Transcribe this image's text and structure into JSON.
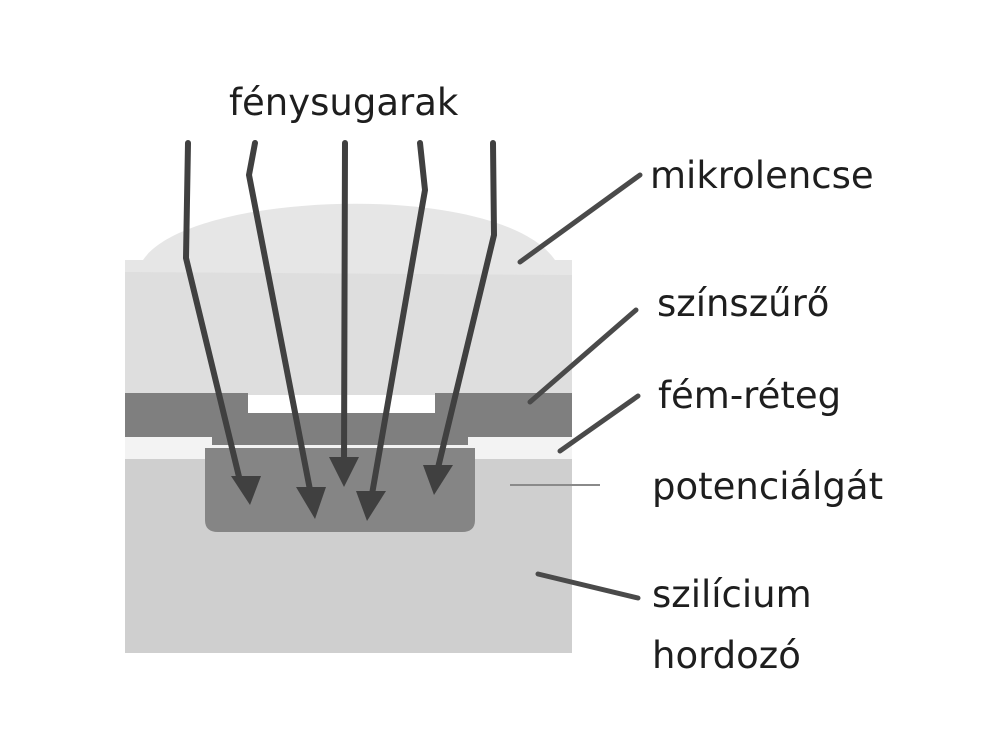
{
  "labels": {
    "light_rays": "fénysugarak",
    "microlens": "mikrolencse",
    "color_filter": "színszűrő",
    "metal_layer": "fém-réteg",
    "potential_well": "potenciálgát",
    "substrate_line1": "szilícium",
    "substrate_line2": "hordozó"
  },
  "colors": {
    "background": "#ffffff",
    "microlens": "#e6e6e6",
    "color_filter": "#dedede",
    "metal_layer": "#7f7f7f",
    "potential_barrier": "#f3f3f3",
    "substrate": "#cfcfcf",
    "photodiode": "#858585",
    "arrows": "#404040",
    "text": "#1e1e1e"
  },
  "icons": {
    "light_ray": "arrow-down-icon",
    "leader": "leader-line"
  }
}
